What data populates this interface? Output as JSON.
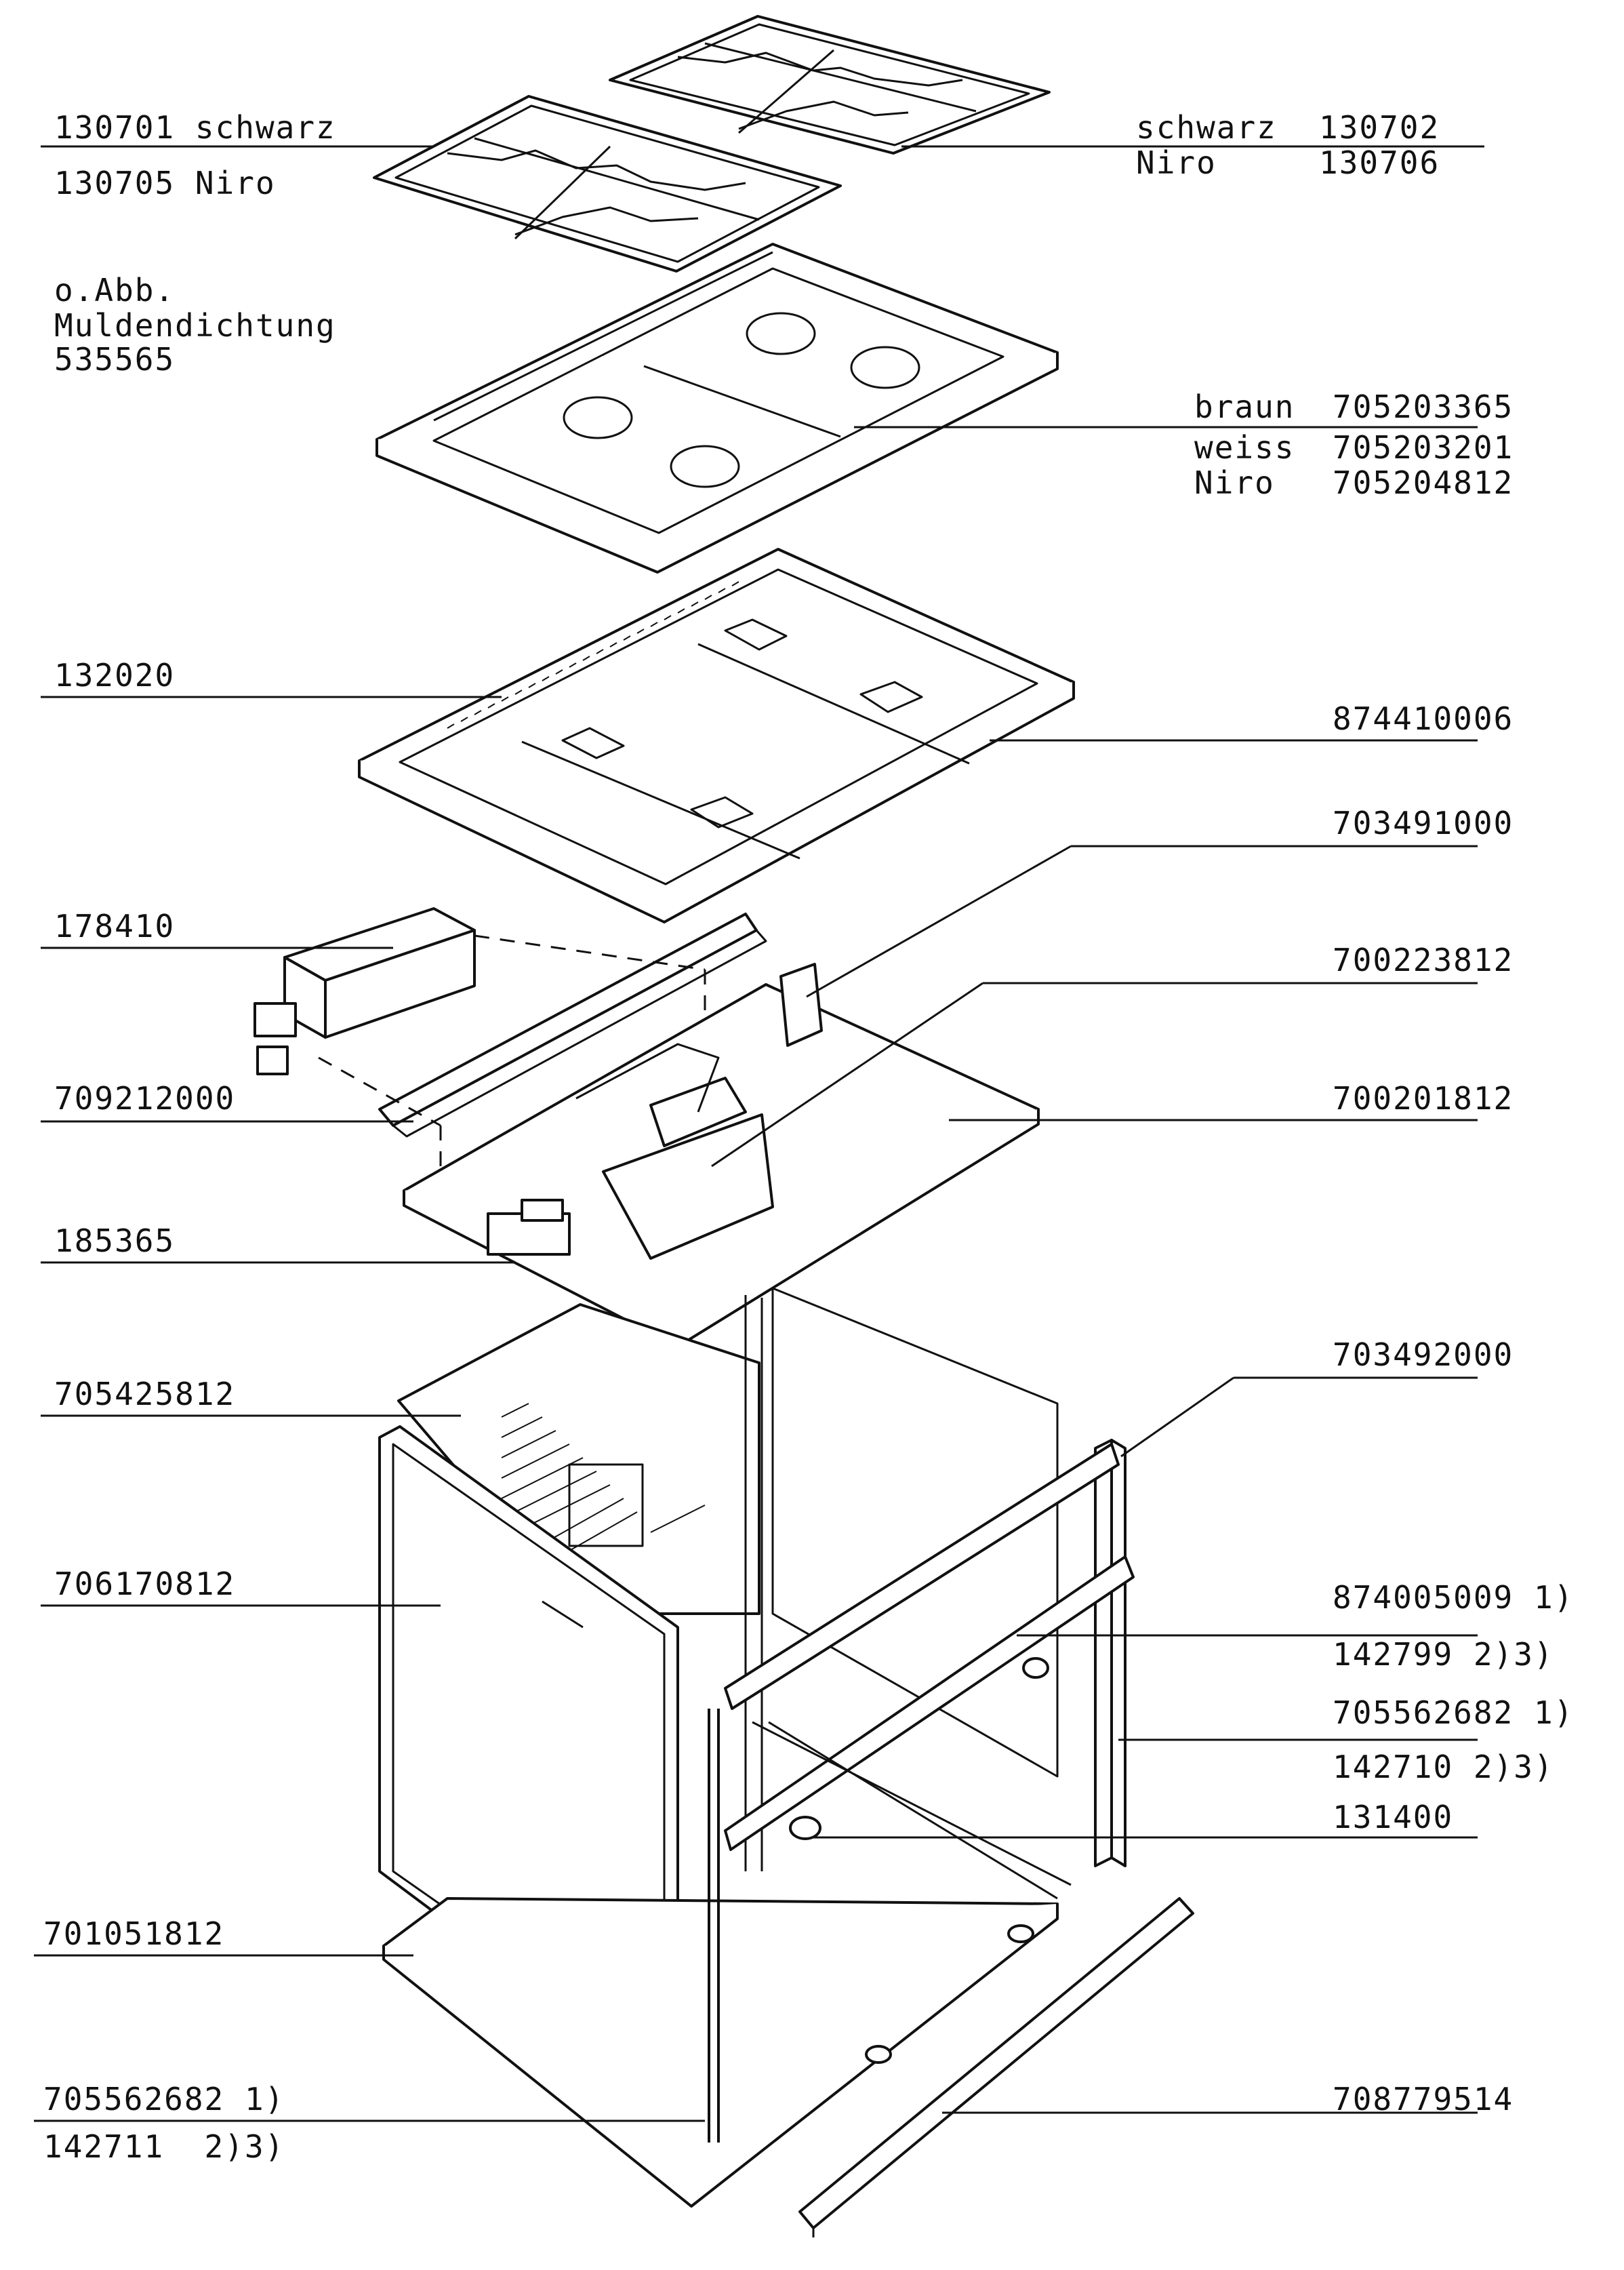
{
  "labels": {
    "l1": "130701 schwarz",
    "l2": "130705 Niro",
    "l3": "o.Abb.",
    "l4": "Muldendichtung",
    "l5": "535565",
    "l6": "132020",
    "l7": "178410",
    "l8": "709212000",
    "l9": "185365",
    "l10": "705425812",
    "l11": "706170812",
    "l12": "701051812",
    "l13": "705562682 1)",
    "l14": "142711  2)3)",
    "r1a": "schwarz",
    "r1b": "130702",
    "r2a": "Niro",
    "r2b": "130706",
    "r3a": "braun",
    "r3b": "705203365",
    "r4a": "weiss",
    "r4b": "705203201",
    "r5a": "Niro",
    "r5b": "705204812",
    "r6": "874410006",
    "r7": "703491000",
    "r8": "700223812",
    "r9": "700201812",
    "r10": "703492000",
    "r11": "874005009 1)",
    "r12": "142799 2)3)",
    "r13": "705562682 1)",
    "r14": "142710 2)3)",
    "r15": "131400",
    "r16": "708779514"
  }
}
